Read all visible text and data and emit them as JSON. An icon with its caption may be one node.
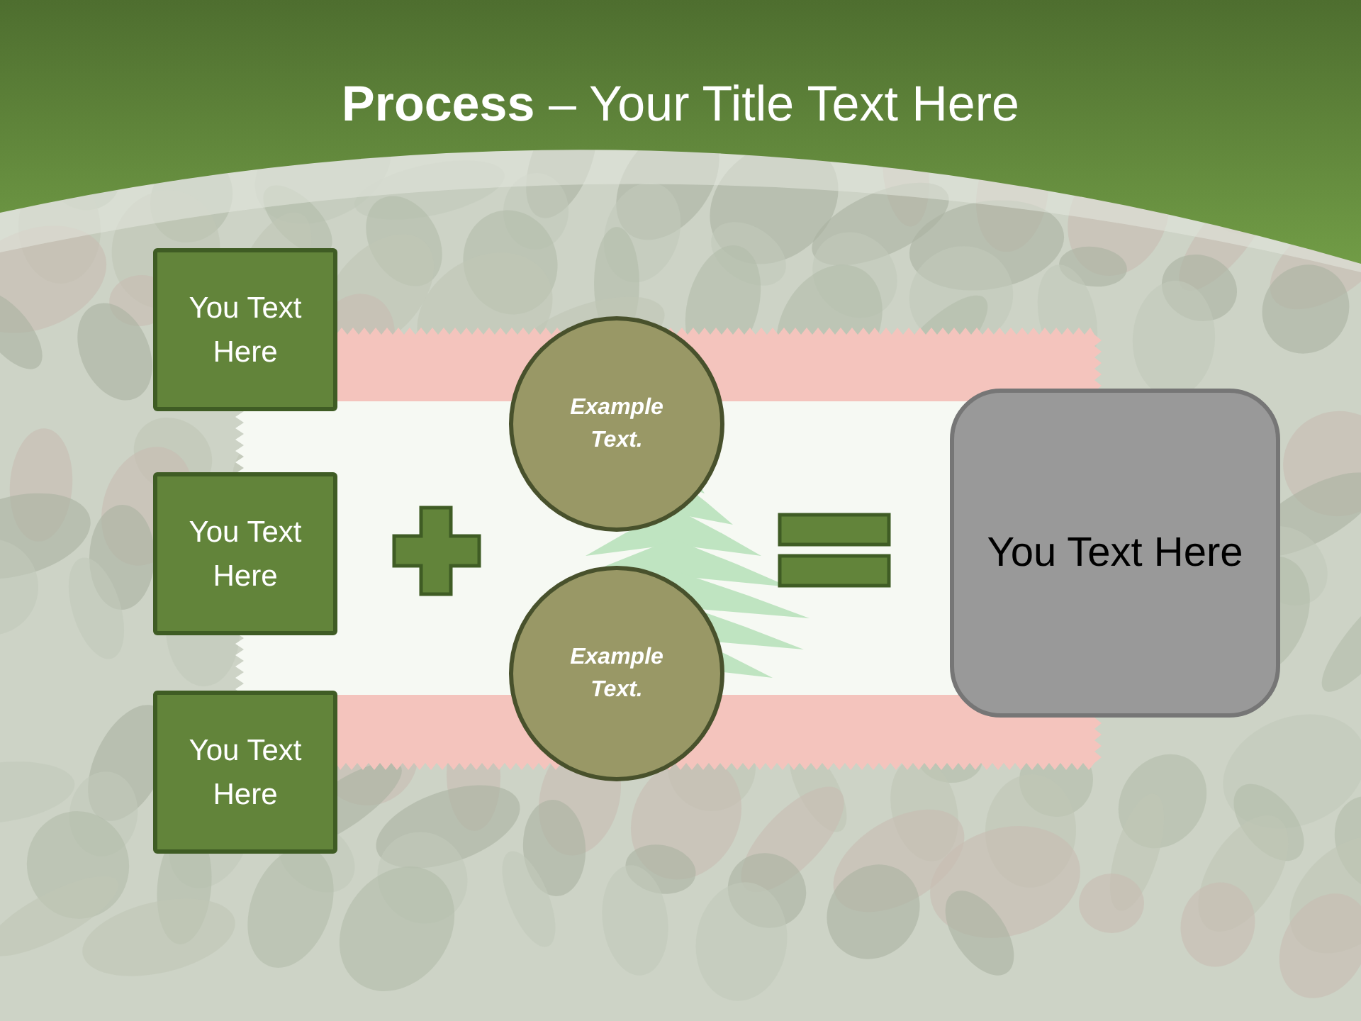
{
  "diagram": {
    "title": "**Process** – Your Title Text Here",
    "nodes": [
      {
        "text": [
          "You Text Here"
        ]
      },
      {
        "text": [
          "You Text Here"
        ]
      },
      {
        "text": [
          "You Text Here"
        ]
      },
      {
        "text": [
          "Example Text."
        ]
      },
      {
        "text": [
          "Example Text."
        ]
      },
      {
        "text": [
          "You Text Here"
        ]
      }
    ]
  }
}
